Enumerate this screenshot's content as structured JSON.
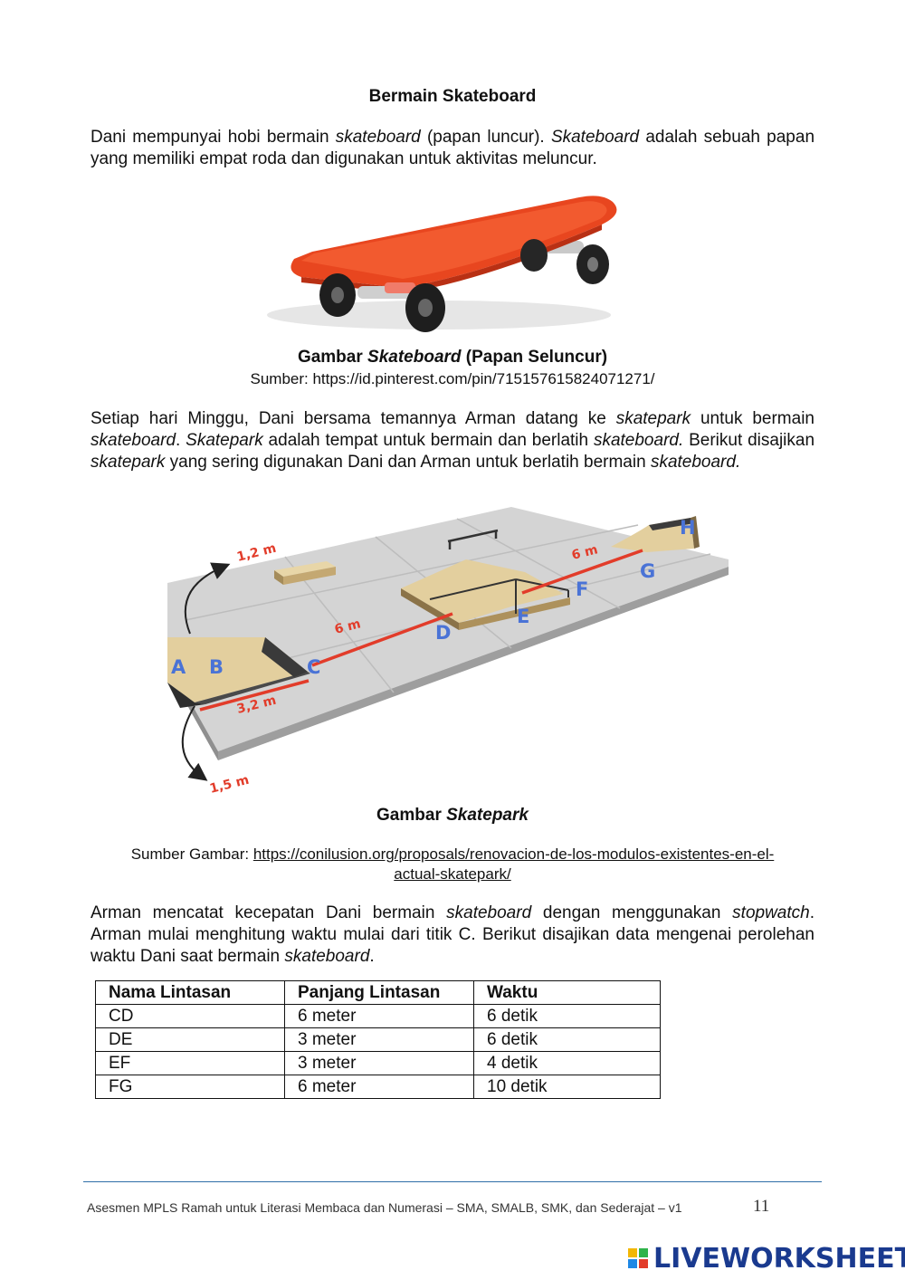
{
  "title": "Bermain Skateboard",
  "intro": {
    "p1": "Dani mempunyai hobi bermain ",
    "i1": "skateboard",
    "p2": " (papan luncur). ",
    "i2": "Skateboard",
    "p3": " adalah sebuah papan yang memiliki empat roda dan digunakan untuk aktivitas meluncur."
  },
  "figure1": {
    "caption_prefix": "Gambar ",
    "caption_italic": "Skateboard",
    "caption_suffix": " (Papan Seluncur)",
    "source": "Sumber: https://id.pinterest.com/pin/715157615824071271/"
  },
  "para2": {
    "p1": "Setiap hari Minggu, Dani bersama temannya Arman datang ke ",
    "i1": "skatepark",
    "p2": " untuk bermain ",
    "i2": "skateboard",
    "p3": ". ",
    "i3": "Skatepark",
    "p4": " adalah tempat untuk bermain dan berlatih ",
    "i4": "skateboard.",
    "p5": " Berikut disajikan ",
    "i5": "skatepark",
    "p6": " yang sering digunakan Dani dan Arman untuk berlatih bermain ",
    "i6": "skateboard."
  },
  "figure2": {
    "labels": {
      "a": "A",
      "b": "B",
      "c": "C",
      "d": "D",
      "e": "E",
      "f": "F",
      "g": "G",
      "h": "H",
      "len_bc": "3,2 m",
      "len_cd": "6 m",
      "len_fg": "6 m",
      "height_top": "1,2 m",
      "height_bottom": "1,5 m"
    },
    "caption_prefix": "Gambar ",
    "caption_italic": "Skatepark",
    "source_prefix": "Sumber Gambar: ",
    "source_link_line1": "https://conilusion.org/proposals/renovacion-de-los-modulos-existentes-en-el-",
    "source_link_line2": "actual-skatepark/"
  },
  "para3": {
    "p1": "Arman mencatat kecepatan Dani bermain ",
    "i1": "skateboard",
    "p2": " dengan menggunakan ",
    "i2": "stopwatch",
    "p3": ". Arman mulai menghitung waktu mulai dari titik C. Berikut disajikan data mengenai perolehan waktu Dani saat bermain ",
    "i3": "skateboard",
    "p4": "."
  },
  "table": {
    "headers": [
      "Nama Lintasan",
      "Panjang Lintasan",
      "Waktu"
    ],
    "rows": [
      [
        "CD",
        "6 meter",
        "6 detik"
      ],
      [
        "DE",
        "3 meter",
        "6 detik"
      ],
      [
        "EF",
        "3 meter",
        "4 detik"
      ],
      [
        "FG",
        "6 meter",
        "10 detik"
      ]
    ]
  },
  "footer": {
    "text": "Asesmen MPLS Ramah untuk Literasi Membaca dan Numerasi – SMA, SMALB, SMK, dan Sederajat – v1",
    "page": "11"
  },
  "brand": {
    "text": "LIVEWORKSHEETS"
  },
  "colors": {
    "accent_red": "#e23c2a",
    "label_blue": "#4a73d6",
    "brand_navy": "#1a3a8f",
    "rule_blue": "#2f6fa8"
  }
}
